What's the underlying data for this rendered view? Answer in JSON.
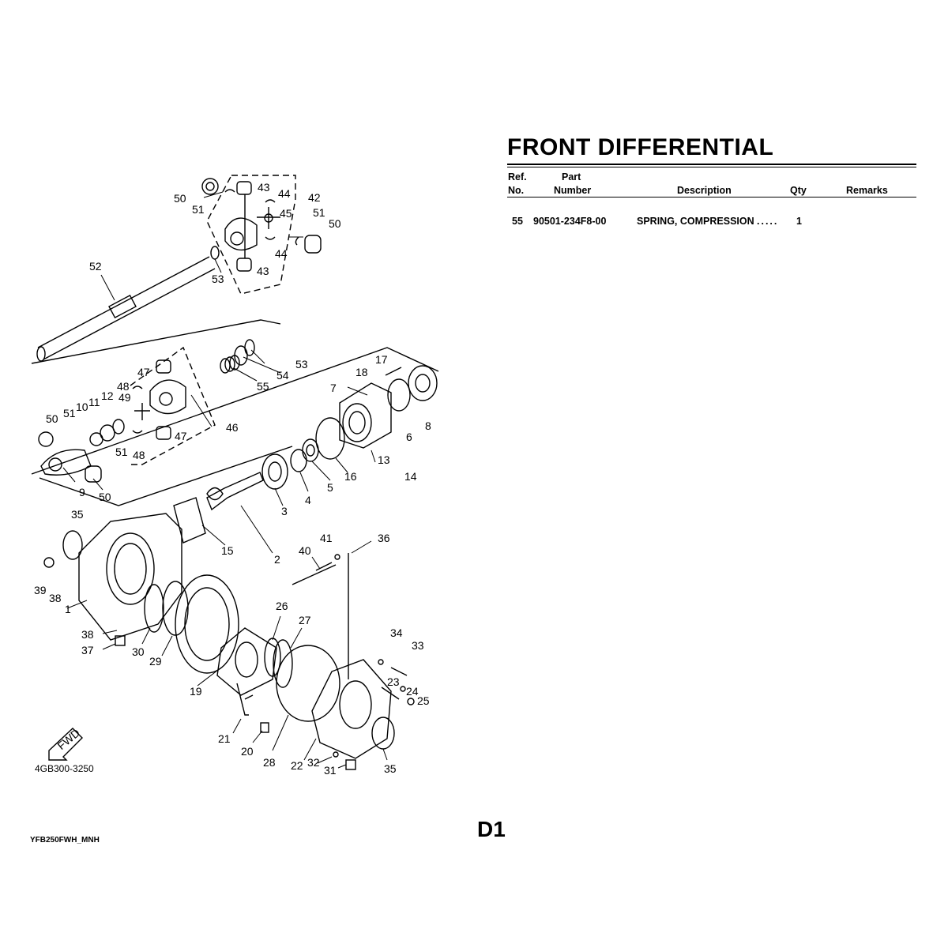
{
  "title": "FRONT DIFFERENTIAL",
  "table": {
    "headers": {
      "ref_line1": "Ref.",
      "ref_line2": "No.",
      "part_line1": "Part",
      "part_line2": "Number",
      "description": "Description",
      "qty": "Qty",
      "remarks": "Remarks"
    },
    "rows": [
      {
        "ref": "55",
        "part_number": "90501-234F8-00",
        "description": "SPRING, COMPRESSION",
        "dots": ".....",
        "qty": "1",
        "remarks": ""
      }
    ]
  },
  "diagram": {
    "drawing_code": "4GB300-3250",
    "fwd_label": "FWD",
    "callouts": [
      "1",
      "2",
      "3",
      "4",
      "5",
      "6",
      "7",
      "8",
      "9",
      "10",
      "11",
      "12",
      "13",
      "14",
      "15",
      "16",
      "17",
      "18",
      "19",
      "20",
      "21",
      "22",
      "23",
      "24",
      "25",
      "26",
      "27",
      "28",
      "29",
      "30",
      "31",
      "32",
      "33",
      "34",
      "35",
      "36",
      "37",
      "38",
      "39",
      "40",
      "41",
      "42",
      "43",
      "44",
      "45",
      "46",
      "47",
      "48",
      "49",
      "50",
      "51",
      "52",
      "53",
      "54",
      "55"
    ]
  },
  "page_number": "D1",
  "model_code": "YFB250FWH_MNH"
}
